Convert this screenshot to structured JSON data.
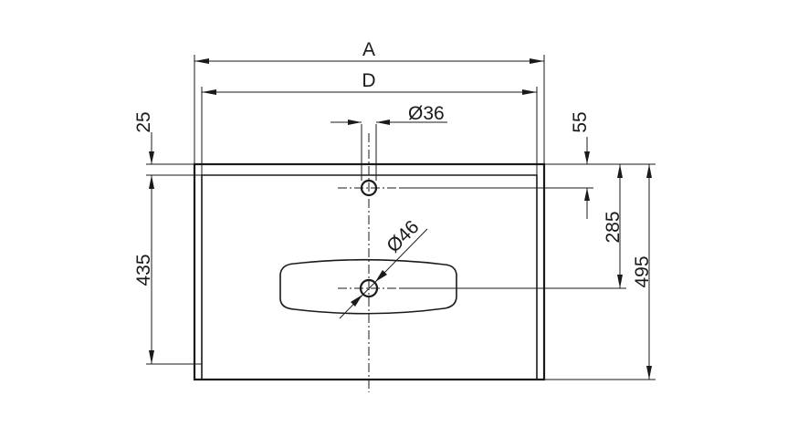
{
  "drawing": {
    "dimensions": {
      "overall_width": "A",
      "inner_width": "D",
      "tap_hole_diameter": "Ø36",
      "rim_thickness": "25",
      "tap_hole_offset": "55",
      "drain_to_front": "435",
      "drain_to_back": "285",
      "overall_depth": "495",
      "drain_diameter": "Ø46"
    },
    "line_color": "#1a1a1a",
    "background_color": "#ffffff"
  }
}
